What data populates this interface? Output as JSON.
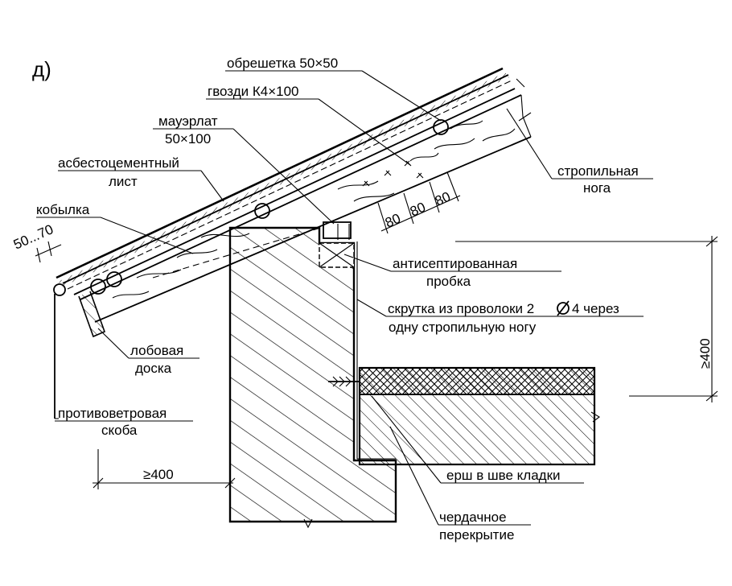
{
  "figure_label": "д)",
  "labels": {
    "obreshetka": "обрешетка 50×50",
    "gvozdi": "гвозди К4×100",
    "mauerlat_1": "мауэрлат",
    "mauerlat_2": "50×100",
    "asbest_1": "асбестоцементный",
    "asbest_2": "лист",
    "kobylka": "кобылка",
    "stropil_1": "стропильная",
    "stropil_2": "нога",
    "antisept_1": "антисептированная",
    "antisept_2": "пробка",
    "skrutka_1": "скрутка из проволоки 2",
    "skrutka_2": "4 через",
    "skrutka_3": "одну стропильную ногу",
    "lobovaya_1": "лобовая",
    "lobovaya_2": "доска",
    "protiv_1": "противоветровая",
    "protiv_2": "скоба",
    "ersh": "ерш в шве кладки",
    "cherdak_1": "чердачное",
    "cherdak_2": "перекрытие"
  },
  "dimensions": {
    "overhang": "50...70",
    "spacing_1": "80",
    "spacing_2": "80",
    "spacing_3": "80",
    "height_min": "≥400",
    "wall_min": "≥400"
  },
  "symbols": {
    "diameter": "diameter-icon"
  }
}
